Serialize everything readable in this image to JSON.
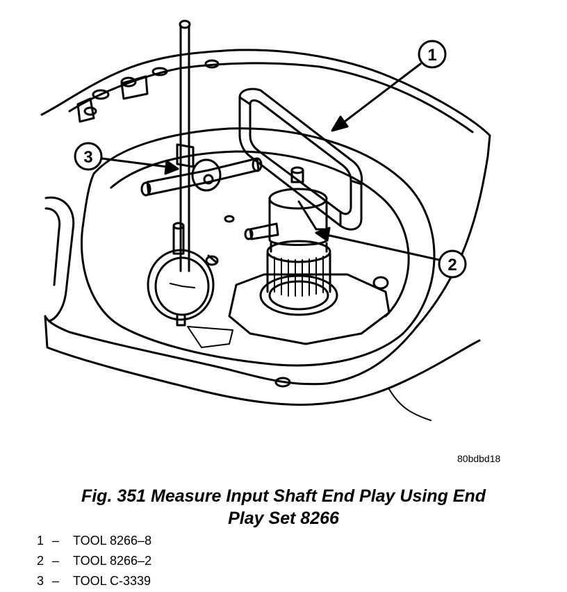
{
  "figure": {
    "code": "80bdbd18",
    "caption_line1": "Fig. 351 Measure Input Shaft End Play Using End",
    "caption_line2": "Play Set 8266"
  },
  "callouts": [
    {
      "number": "1",
      "label": "TOOL 8266–8"
    },
    {
      "number": "2",
      "label": "TOOL 8266–2"
    },
    {
      "number": "3",
      "label": "TOOL C-3339"
    }
  ],
  "legend_dash": "–",
  "colors": {
    "ink": "#000000",
    "paper": "#ffffff"
  }
}
